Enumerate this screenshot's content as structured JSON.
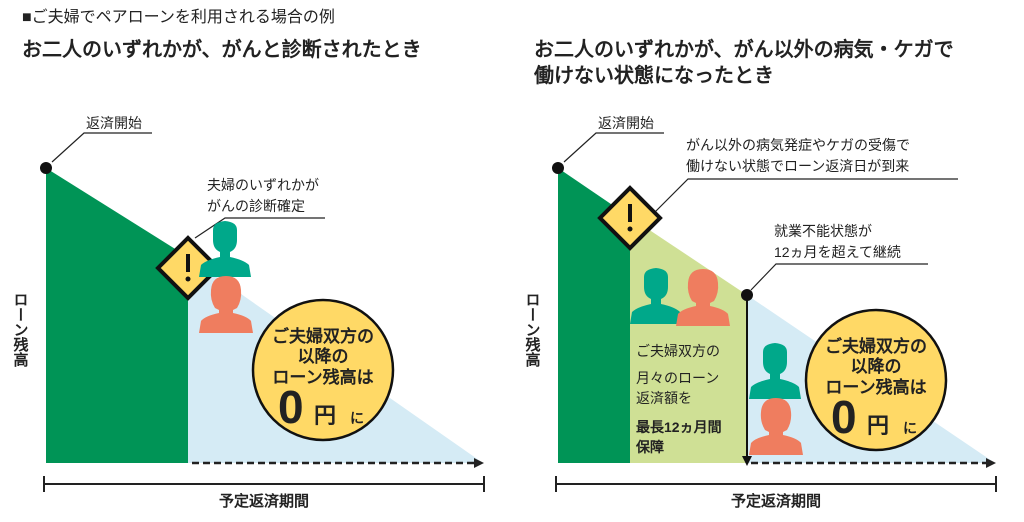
{
  "header": {
    "caption": "■ご夫婦でペアローンを利用される場合の例"
  },
  "colors": {
    "green": "#009456",
    "light_green": "#cfe095",
    "light_blue": "#d5ebf5",
    "yellow": "#ffd966",
    "teal": "#00a88a",
    "salmon": "#ef7d5f"
  },
  "left": {
    "title": "お二人のいずれかが、がんと診断されたとき",
    "start_label": "返済開始",
    "event_label": [
      "夫婦のいずれかが",
      "がんの診断確定"
    ],
    "y_axis_label": "ローン残高",
    "x_axis_label": "予定返済期間",
    "circle": {
      "line1": "ご夫婦双方の",
      "line2": "以降の",
      "line3": "ローン残高は",
      "zero": "0",
      "yen": "円",
      "ni": "に"
    }
  },
  "right": {
    "title": [
      "お二人のいずれかが、がん以外の病気・ケガで",
      "働けない状態になったとき"
    ],
    "start_label": "返済開始",
    "event_label": [
      "がん以外の病気発症やケガの受傷で",
      "働けない状態でローン返済日が到来"
    ],
    "continue_label": [
      "就業不能状態が",
      "12ヵ月を超えて継続"
    ],
    "guarantee": [
      "ご夫婦双方の",
      "月々のローン",
      "返済額を",
      "最長12ヵ月間",
      "保障"
    ],
    "y_axis_label": "ローン残高",
    "x_axis_label": "予定返済期間",
    "circle": {
      "line1": "ご夫婦双方の",
      "line2": "以降の",
      "line3": "ローン残高は",
      "zero": "0",
      "yen": "円",
      "ni": "に"
    }
  }
}
